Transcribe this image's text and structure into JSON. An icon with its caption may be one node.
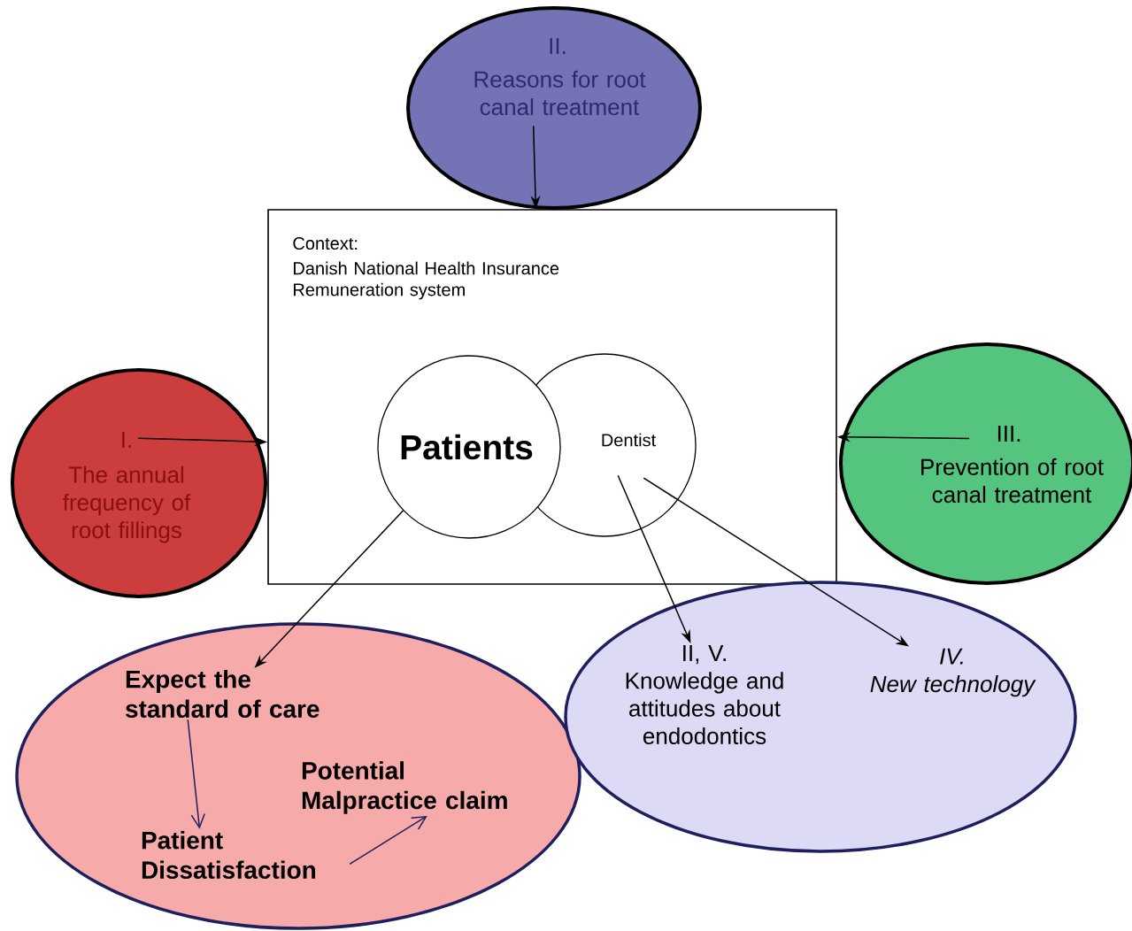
{
  "diagram": {
    "nodes": [
      {
        "text": [
          "II.",
          "Reasons for root canal treatment"
        ]
      },
      {
        "text": [
          "Context:",
          "Danish National Health Insurance Remuneration system"
        ]
      },
      {
        "text": [
          "Patients"
        ],
        "in": 1
      },
      {
        "text": [
          "Dentist"
        ],
        "in": 1
      },
      {
        "text": [
          "I.",
          "The annual frequency of root fillings"
        ]
      },
      {
        "text": [
          "III.",
          "Prevention of root canal treatment"
        ]
      },
      {
        "text": [],
        "shape": "ellipse"
      },
      {
        "text": [
          "Expect the standard of care"
        ],
        "in": 6
      },
      {
        "text": [
          "Patient Dissatisfaction"
        ],
        "in": 6
      },
      {
        "text": [
          "Potential Malpractice claim"
        ],
        "in": 6
      },
      {
        "text": [],
        "shape": "ellipse"
      },
      {
        "text": [
          "II, V.",
          "Knowledge and attitudes about endodontics"
        ],
        "in": 10
      },
      {
        "text": [
          "IV.",
          "New technology"
        ],
        "in": 10
      }
    ],
    "edges": [
      {
        "from": 0,
        "to": 1,
        "arrow": "to"
      },
      {
        "from": 4,
        "to": 1,
        "arrow": "to"
      },
      {
        "from": 5,
        "to": 1,
        "arrow": "to"
      },
      {
        "from": 2,
        "to": 7,
        "arrow": "to"
      },
      {
        "from": 3,
        "to": 11,
        "arrow": "to"
      },
      {
        "from": 3,
        "to": 12,
        "arrow": "to"
      },
      {
        "from": 7,
        "to": 8,
        "arrow": "to",
        "color": "#1f1f5f"
      },
      {
        "from": 8,
        "to": 9,
        "arrow": "to",
        "color": "#1f1f5f"
      }
    ]
  }
}
